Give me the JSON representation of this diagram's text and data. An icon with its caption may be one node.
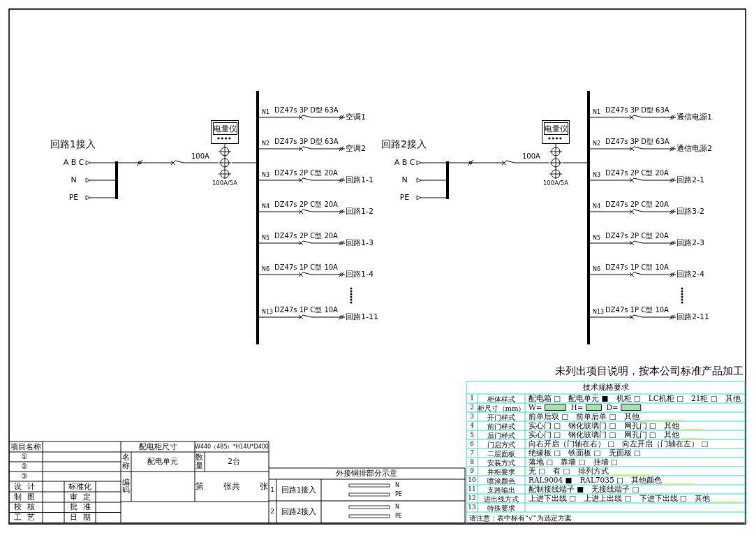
{
  "diagram": {
    "nodes": [
      {
        "text": [
          "A B C"
        ]
      },
      {
        "text": [
          "N"
        ]
      },
      {
        "text": [
          "PE"
        ]
      },
      {
        "text": [],
        "shape": "bar"
      },
      {
        "text": [
          "电量仪"
        ]
      },
      {
        "text": [],
        "shape": "circle",
        "beside": [
          "100A/5A"
        ]
      },
      {
        "text": [],
        "shape": "bar"
      },
      {
        "text": [
          "空调1"
        ]
      },
      {
        "text": [
          "空调2"
        ]
      },
      {
        "text": [
          "回路1-1"
        ]
      },
      {
        "text": [
          "回路1-2"
        ]
      },
      {
        "text": [
          "回路1-3"
        ]
      },
      {
        "text": [
          "回路1-4"
        ]
      },
      {
        "text": [
          "回路1-11"
        ]
      },
      {
        "text": [
          "A B C"
        ]
      },
      {
        "text": [
          "N"
        ]
      },
      {
        "text": [
          "PE"
        ]
      },
      {
        "text": [],
        "shape": "bar"
      },
      {
        "text": [
          "电量仪"
        ]
      },
      {
        "text": [],
        "shape": "circle",
        "beside": [
          "100A/5A"
        ]
      },
      {
        "text": [],
        "shape": "bar"
      },
      {
        "text": [
          "通信电源1"
        ]
      },
      {
        "text": [
          "通信电源2"
        ]
      },
      {
        "text": [
          "回路2-1"
        ]
      },
      {
        "text": [
          "回路3-2"
        ]
      },
      {
        "text": [
          "回路2-3"
        ]
      },
      {
        "text": [
          "回路2-4"
        ]
      },
      {
        "text": [
          "回路2-11"
        ]
      }
    ],
    "edges": [
      {
        "from": 3,
        "to": 0,
        "arrow": "other"
      },
      {
        "from": 3,
        "to": 1,
        "arrow": "other"
      },
      {
        "from": 3,
        "to": 2,
        "arrow": "other"
      },
      {
        "from": 3,
        "to": 5,
        "arrow": "none",
        "label": "100A"
      },
      {
        "from": 4,
        "to": 5,
        "arrow": "none"
      },
      {
        "from": 5,
        "to": 6,
        "arrow": "none"
      },
      {
        "from": 6,
        "to": 7,
        "arrow": "other",
        "label": "DZ47s 3P D型 63A"
      },
      {
        "from": 6,
        "to": 8,
        "arrow": "other",
        "label": "DZ47s 3P D型 63A"
      },
      {
        "from": 6,
        "to": 9,
        "arrow": "other",
        "label": "DZ47s 2P C型 20A"
      },
      {
        "from": 6,
        "to": 10,
        "arrow": "other",
        "label": "DZ47s 2P C型 20A"
      },
      {
        "from": 6,
        "to": 11,
        "arrow": "other",
        "label": "DZ47s 2P C型 20A"
      },
      {
        "from": 6,
        "to": 12,
        "arrow": "other",
        "label": "DZ47s 1P C型 10A"
      },
      {
        "from": 6,
        "to": 13,
        "arrow": "other",
        "label": "DZ47s 1P C型 10A"
      },
      {
        "from": 17,
        "to": 14,
        "arrow": "other"
      },
      {
        "from": 17,
        "to": 15,
        "arrow": "other"
      },
      {
        "from": 17,
        "to": 16,
        "arrow": "other"
      },
      {
        "from": 17,
        "to": 19,
        "arrow": "none",
        "label": "100A"
      },
      {
        "from": 18,
        "to": 19,
        "arrow": "none"
      },
      {
        "from": 19,
        "to": 20,
        "arrow": "none"
      },
      {
        "from": 20,
        "to": 21,
        "arrow": "other",
        "label": "DZ47s 3P D型 63A"
      },
      {
        "from": 20,
        "to": 22,
        "arrow": "other",
        "label": "DZ47s 3P D型 63A"
      },
      {
        "from": 20,
        "to": 23,
        "arrow": "other",
        "label": "DZ47s 2P C型 20A"
      },
      {
        "from": 20,
        "to": 24,
        "arrow": "other",
        "label": "DZ47s 2P C型 20A"
      },
      {
        "from": 20,
        "to": 25,
        "arrow": "other",
        "label": "DZ47s 2P C型 20A"
      },
      {
        "from": 20,
        "to": 26,
        "arrow": "other",
        "label": "DZ47s 1P C型 10A"
      },
      {
        "from": 20,
        "to": 27,
        "arrow": "other",
        "label": "DZ47s 1P C型 10A"
      }
    ],
    "labels": [
      "回路1接入",
      "N1",
      "N2",
      "N3",
      "N4",
      "N5",
      "N6",
      "N13",
      "回路2接入",
      "N1",
      "N2",
      "N3",
      "N4",
      "N5",
      "N6",
      "N13",
      "未列出项目说明，按本公司标准产品加工",
      "技术规格要求",
      "1",
      "柜体样式",
      "配电箱 □",
      "配电单元 ■",
      "机柜 □",
      "LC机柜 □",
      "21柜 □",
      "其他",
      "2",
      "柜尺寸（mm）",
      "W=",
      "H=",
      "D=",
      "3",
      "开门样式",
      "前单后双 □",
      "前单后单 □",
      "其他",
      "4",
      "前门样式",
      "实心门 □",
      "钢化玻璃门 □",
      "网孔门 □",
      "其他",
      "5",
      "后门样式",
      "实心门 □",
      "钢化玻璃门 □",
      "网孔门 □",
      "其他",
      "6",
      "门启方式",
      "向右开启（门轴在右） □",
      "向左开启（门轴在左） □",
      "7",
      "二层面板",
      "绝缘板 □",
      "铁面板 □",
      "无面板 □",
      "8",
      "安装方式",
      "落地 □",
      "靠墙 □",
      "挂墙 □",
      "9",
      "并柜要求",
      "无 □",
      "有 □",
      "排列方式",
      "10",
      "喷涂颜色",
      "RAL9004 ■",
      "RAL7035 □",
      "其他颜色",
      "11",
      "支路输出",
      "配制接线端子 ■",
      "无接线端子 □",
      "12",
      "进出线方式",
      "上进下出线 □",
      "上进上出线 □",
      "下进下出线 □",
      "其他",
      "13",
      "特殊要求",
      "项目名称",
      "配电柜尺寸",
      "W440（485）*H14U*D400",
      "①",
      "名称",
      "配电单元",
      "数量",
      "2台",
      "②",
      "③",
      "设计",
      "标准化",
      "编码",
      "第 张共 张",
      "制图",
      "审定",
      "校核",
      "批准",
      "工艺",
      "日期",
      "外接铜排部分示意",
      "1",
      "回路1接入",
      "N",
      "PE",
      "2",
      "回路2接入",
      "N",
      "PE",
      "请注意：表中标有“√”为选定方案"
    ]
  }
}
